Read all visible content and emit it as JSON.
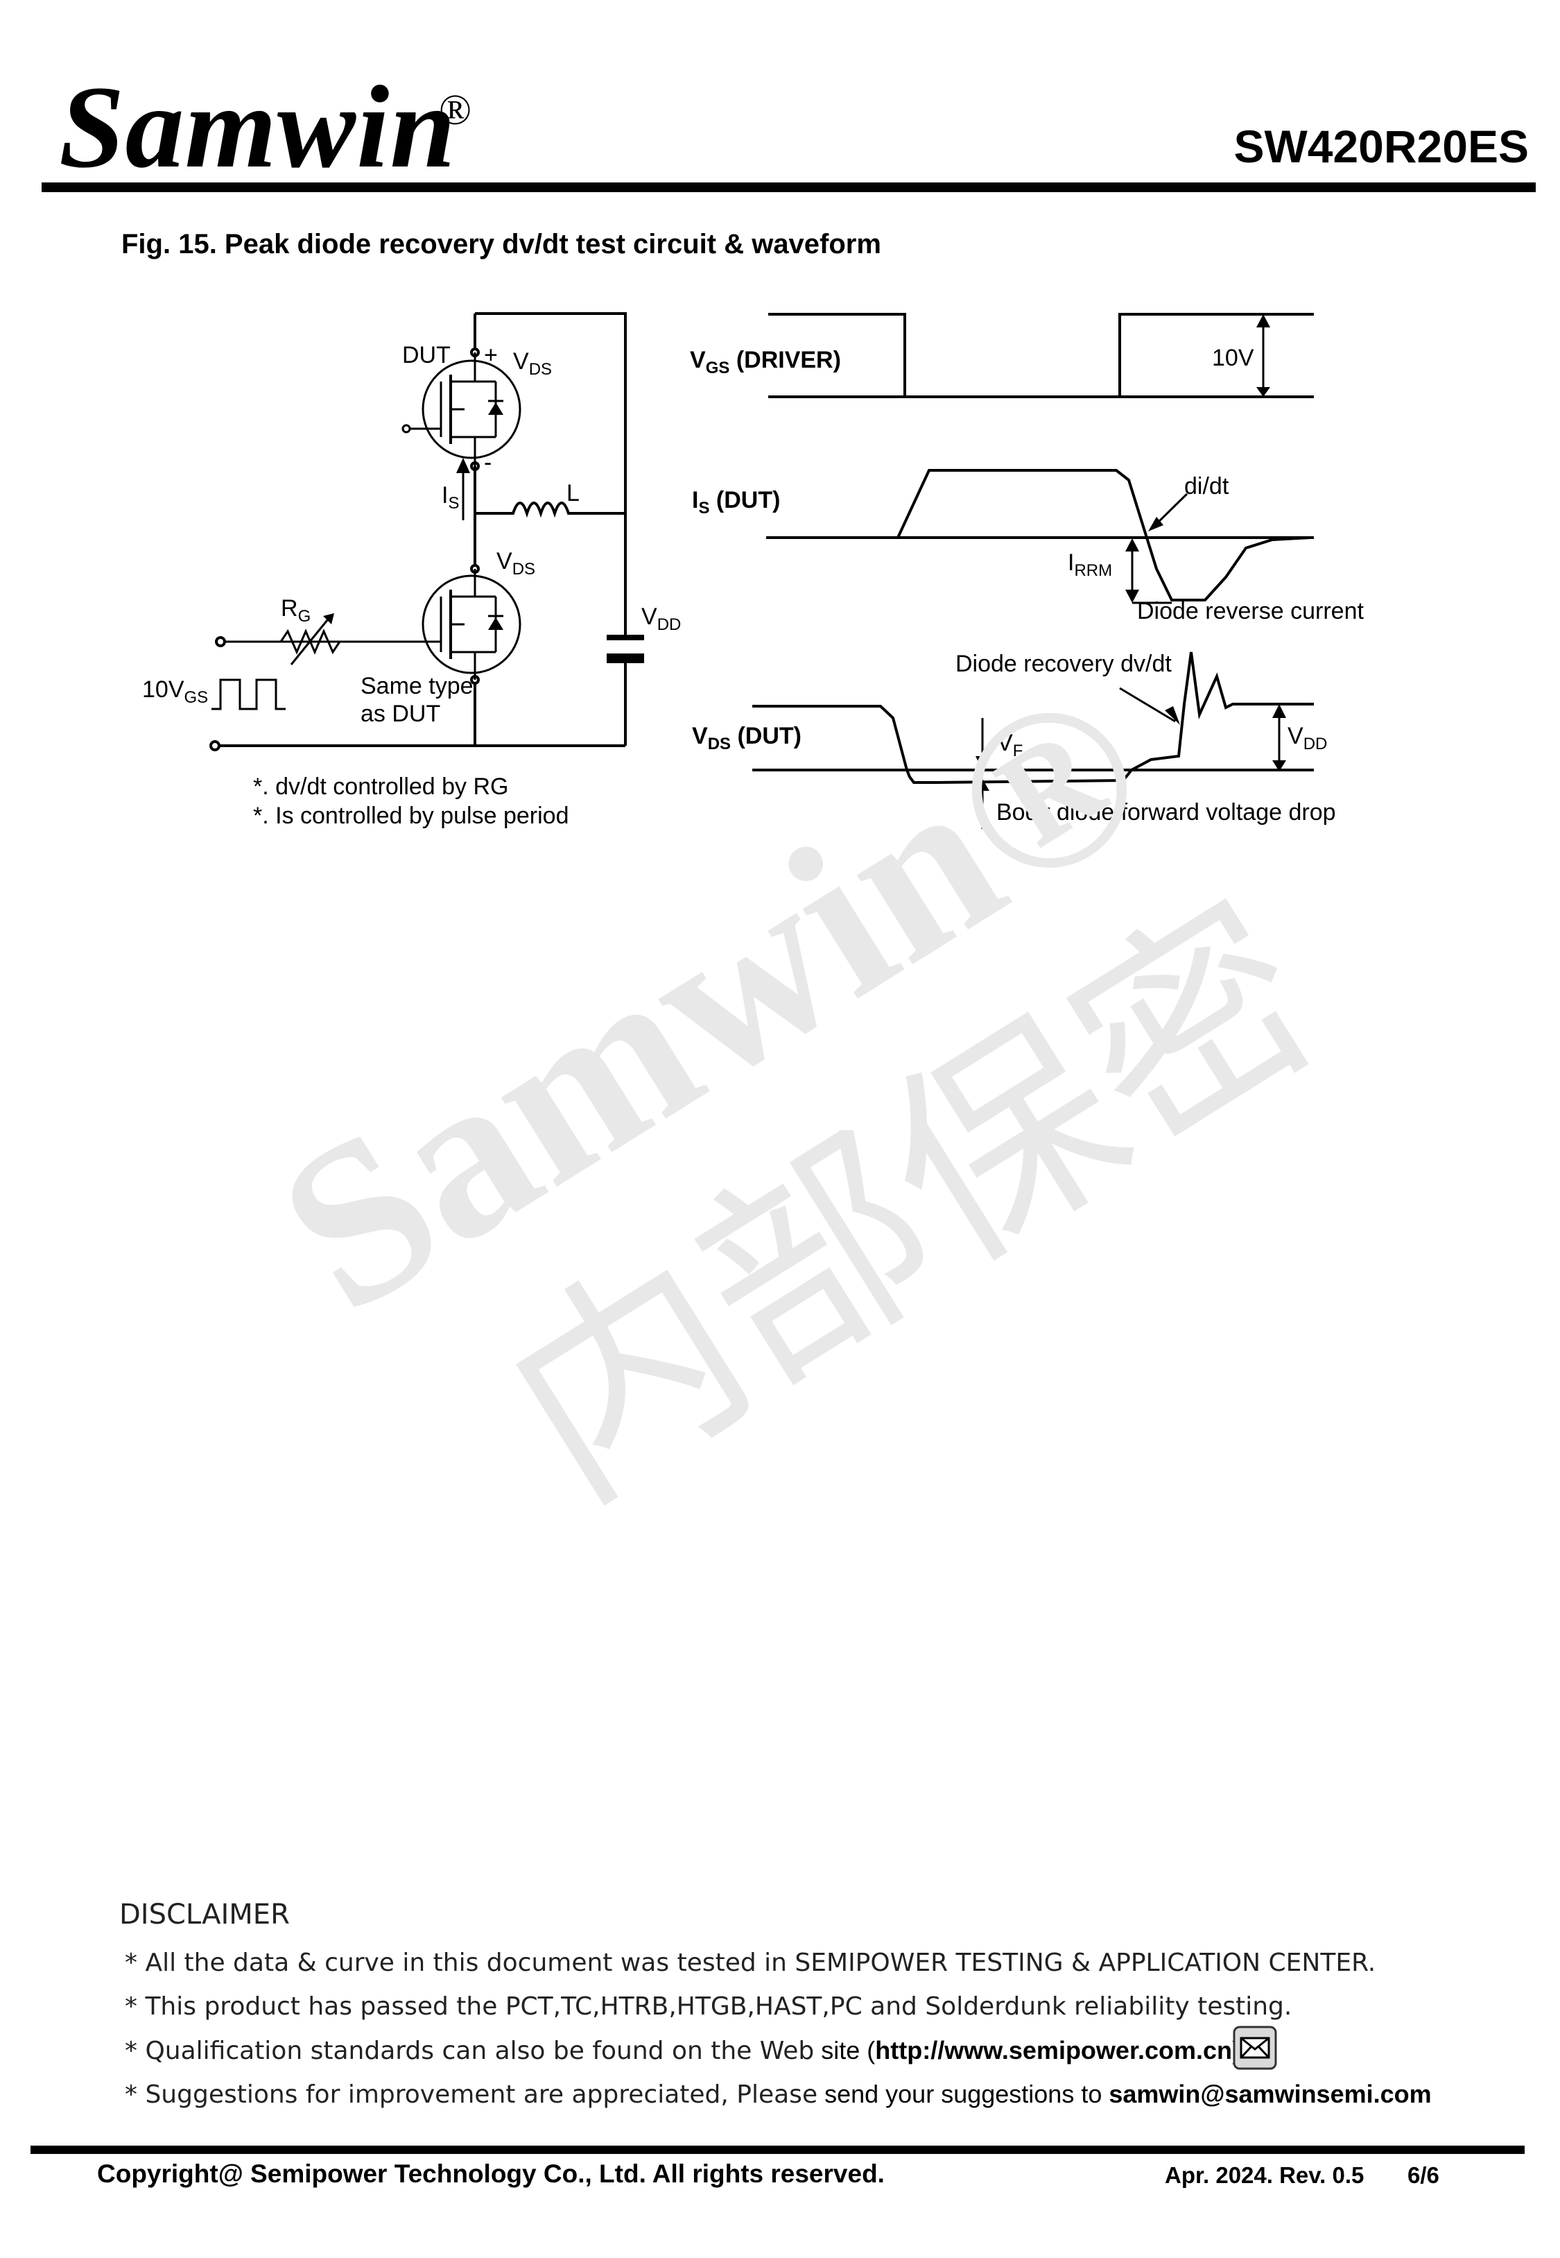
{
  "header": {
    "brand": "Samwin",
    "registered": "®",
    "part_number": "SW420R20ES"
  },
  "figure": {
    "title": "Fig. 15. Peak diode recovery dv/dt test circuit & waveform",
    "circuit": {
      "dut_label": "DUT",
      "plus": "+",
      "minus": "-",
      "vds_top": "V",
      "vds_top_sub": "DS",
      "is_label": "I",
      "is_sub": "S",
      "inductor_label": "L",
      "vds_mid": "V",
      "vds_mid_sub": "DS",
      "rg_label": "R",
      "rg_sub": "G",
      "vdd_label": "V",
      "vdd_sub": "DD",
      "vgs_source": "10V",
      "vgs_source_sub": "GS",
      "same_type_1": "Same type",
      "same_type_2": "as DUT",
      "note_1": "*. dv/dt controlled by RG",
      "note_2": "*. Is controlled by pulse period"
    },
    "waveform": {
      "vgs_label": "V",
      "vgs_sub": "GS",
      "vgs_suffix": " (DRIVER)",
      "ten_v": "10V",
      "is_label": "I",
      "is_sub": "S",
      "is_suffix": " (DUT)",
      "didt": "di/dt",
      "irrm": "I",
      "irrm_sub": "RRM",
      "diode_reverse": "Diode reverse current",
      "diode_recovery": "Diode recovery dv/dt",
      "vds_label": "V",
      "vds_sub": "DS",
      "vds_suffix": " (DUT)",
      "vf": "V",
      "vf_sub": "F",
      "vdd": "V",
      "vdd_sub": "DD",
      "body_diode": "Body diode forward voltage drop"
    }
  },
  "watermark": {
    "line1": "Samwin®",
    "line2": "内部保密"
  },
  "disclaimer": {
    "title": "DISCLAIMER",
    "line1": "* All the data & curve in this document was tested in SEMIPOWER TESTING & APPLICATION CENTER.",
    "line2": "* This product has passed the PCT,TC,HTRB,HTGB,HAST,PC and Solderdunk reliability testing.",
    "line3_a": "* Qualification standards can also be found on the Web",
    "line3_b": " site (",
    "line3_url": "http://www.semipower.com.cn",
    "line3_c": ")",
    "line4_a": "* Suggestions for improvement are appreciated, Please",
    "line4_b": " send your suggestions to ",
    "line4_email": "samwin@samwinsemi.com"
  },
  "footer": {
    "copyright": "Copyright@ Semipower Technology Co., Ltd. All rights reserved.",
    "revision": "Apr. 2024. Rev. 0.5",
    "page": "6/6"
  },
  "icons": {
    "mail": "mail-icon"
  }
}
